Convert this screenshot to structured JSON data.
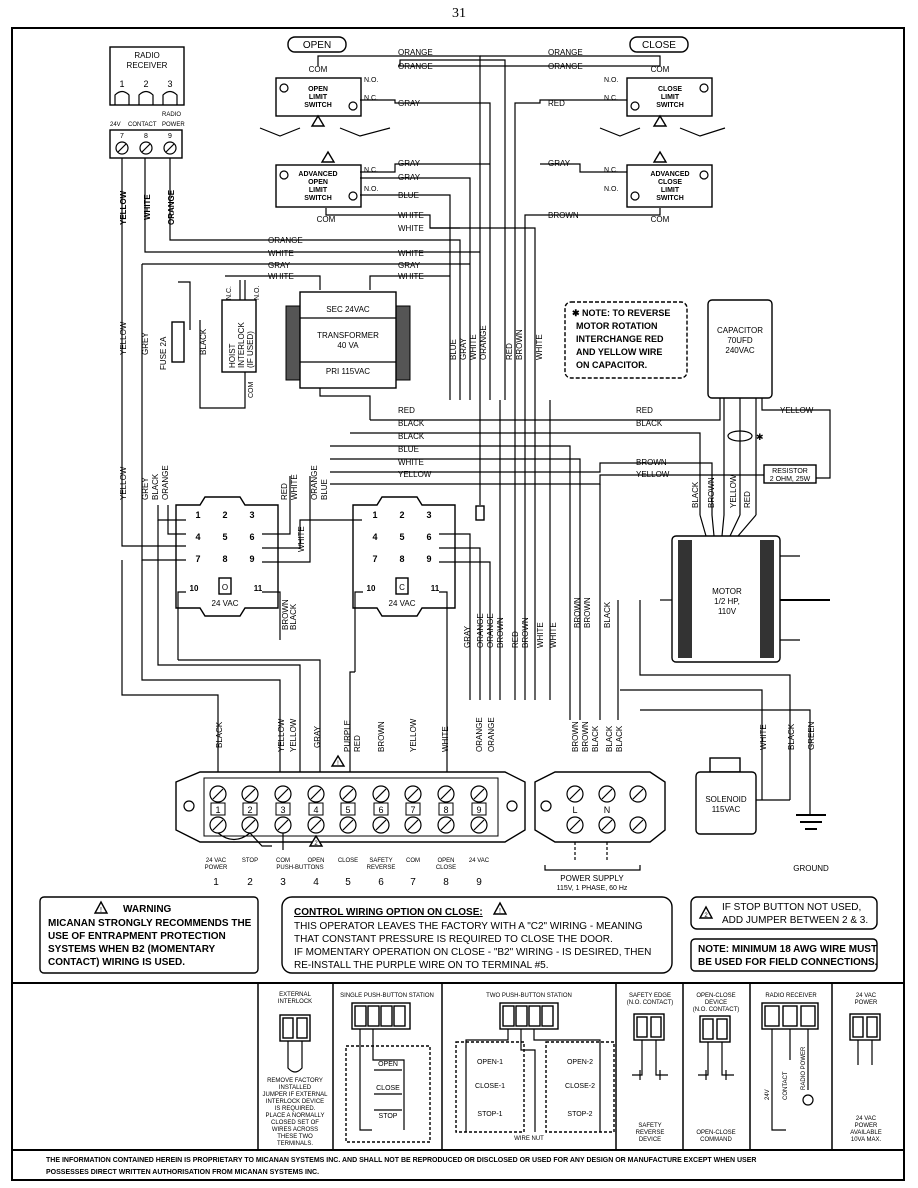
{
  "page_number": "31",
  "switches": {
    "open_tag": "OPEN",
    "close_tag": "CLOSE",
    "com": "COM",
    "no": "N.O.",
    "nc": "N.C.",
    "open_limit": [
      "OPEN",
      "LIMIT",
      "SWITCH"
    ],
    "close_limit": [
      "CLOSE",
      "LIMIT",
      "SWITCH"
    ],
    "adv_open": [
      "ADVANCED",
      "OPEN",
      "LIMIT",
      "SWITCH"
    ],
    "adv_close": [
      "ADVANCED",
      "CLOSE",
      "LIMIT",
      "SWITCH"
    ]
  },
  "radio_receiver": {
    "title": [
      "RADIO",
      "RECEIVER"
    ],
    "pins": [
      "1",
      "2",
      "3"
    ],
    "terminal_labels": [
      "24V",
      "CONTACT",
      "RADIO",
      "POWER"
    ],
    "terminal_numbers": [
      "7",
      "8",
      "9"
    ]
  },
  "wires": {
    "orange": "ORANGE",
    "gray": "GRAY",
    "grey": "GREY",
    "red": "RED",
    "blue": "BLUE",
    "white": "WHITE",
    "brown": "BROWN",
    "yellow": "YELLOW",
    "black": "BLACK",
    "purple": "PURPLE",
    "green": "GREEN"
  },
  "fuse": "FUSE 2A",
  "hoist_interlock": [
    "HOIST",
    "INTERLOCK",
    "(IF USED)"
  ],
  "interlock_nc": "N.C.",
  "interlock_no": "N.O.",
  "interlock_com": "COM",
  "transformer": {
    "sec": "SEC 24VAC",
    "name": "TRANSFORMER",
    "va": "40 VA",
    "pri": "PRI 115VAC"
  },
  "note_reverse": [
    "✱ NOTE: TO REVERSE",
    "MOTOR ROTATION",
    "INTERCHANGE RED",
    "AND YELLOW WIRE",
    "ON CAPACITOR."
  ],
  "capacitor": [
    "CAPACITOR",
    "70UFD",
    "240VAC"
  ],
  "resistor": [
    "RESISTOR",
    "2 OHM, 25W"
  ],
  "relay": {
    "pins_row1": [
      "1",
      "2",
      "3"
    ],
    "pins_row2": [
      "4",
      "5",
      "6"
    ],
    "pins_row3": [
      "7",
      "8",
      "9"
    ],
    "coil_left": "10",
    "coil_right": "11",
    "left_coil_letter": "O",
    "right_coil_letter": "C",
    "vac": "24 VAC"
  },
  "motor": [
    "MOTOR",
    "1/2 HP,",
    "110V"
  ],
  "solenoid": [
    "SOLENOID",
    "115VAC"
  ],
  "ground": "GROUND",
  "terminal_block": {
    "numbers": [
      "1",
      "2",
      "3",
      "4",
      "5",
      "6",
      "7",
      "8",
      "9"
    ],
    "labels": [
      [
        "24 VAC",
        "POWER"
      ],
      [
        "STOP"
      ],
      [
        "COM"
      ],
      [
        "OPEN"
      ],
      [
        "CLOSE"
      ],
      [
        "SAFETY",
        "REVERSE"
      ],
      [
        "COM"
      ],
      [
        "OPEN",
        "CLOSE"
      ],
      [
        "24 VAC"
      ]
    ],
    "pushbuttons": "PUSH-BUTTONS",
    "power_terminals": [
      "L",
      "N"
    ],
    "power_supply": [
      "POWER SUPPLY",
      "115V, 1 PHASE, 60 Hz"
    ]
  },
  "warning": {
    "title": "WARNING",
    "text": [
      "MICANAN STRONGLY RECOMMENDS THE",
      "USE OF ENTRAPMENT PROTECTION",
      "SYSTEMS WHEN B2 (MOMENTARY",
      "CONTACT) WIRING IS USED."
    ]
  },
  "control_option": {
    "title": "CONTROL WIRING OPTION ON CLOSE:",
    "text": [
      "THIS OPERATOR LEAVES THE FACTORY WITH A \"C2\" WIRING - MEANING",
      "THAT CONSTANT PRESSURE IS REQUIRED TO CLOSE THE DOOR.",
      "IF MOMENTARY OPERATION ON CLOSE - \"B2\" WIRING - IS DESIRED, THEN",
      "RE-INSTALL THE PURPLE WIRE ON TO TERMINAL #5."
    ]
  },
  "stop_note": [
    "IF STOP BUTTON NOT USED,",
    "ADD JUMPER BETWEEN 2 & 3."
  ],
  "awg_note": [
    "NOTE: MINIMUM 18 AWG WIRE MUST",
    "BE USED FOR FIELD CONNECTIONS."
  ],
  "bottom_panels": {
    "ext_interlock": {
      "title": [
        "EXTERNAL",
        "INTERLOCK"
      ],
      "text": [
        "REMOVE FACTORY",
        "INSTALLED",
        "JUMPER IF EXTERNAL",
        "INTERLOCK DEVICE",
        "IS REQUIRED.",
        "PLACE A NORMALLY",
        "CLOSED SET OF",
        "WIRES ACROSS",
        "THESE TWO",
        "TERMINALS."
      ]
    },
    "single_station": {
      "title": "SINGLE PUSH-BUTTON STATION",
      "buttons": [
        "OPEN",
        "CLOSE",
        "STOP"
      ]
    },
    "two_station": {
      "title": "TWO PUSH-BUTTON STATION",
      "left": [
        "OPEN-1",
        "CLOSE-1",
        "STOP-1"
      ],
      "right": [
        "OPEN-2",
        "CLOSE-2",
        "STOP-2"
      ],
      "wirenut": "WIRE NUT"
    },
    "safety_edge": {
      "title": [
        "SAFETY EDGE",
        "(N.O. CONTACT)"
      ],
      "caption": [
        "SAFETY",
        "REVERSE",
        "DEVICE"
      ]
    },
    "open_close": {
      "title": [
        "OPEN-CLOSE",
        "DEVICE",
        "(N.O. CONTACT)"
      ],
      "caption": [
        "OPEN-CLOSE",
        "COMMAND"
      ]
    },
    "radio": {
      "title": "RADIO RECEIVER",
      "labels": [
        "24V",
        "CONTACT",
        "RADIO POWER"
      ]
    },
    "vac_power": {
      "title": [
        "24 VAC",
        "POWER"
      ],
      "caption": [
        "24 VAC",
        "POWER",
        "AVAILABLE",
        "10VA MAX."
      ]
    }
  },
  "footer": [
    "THE INFORMATION CONTAINED HEREIN IS PROPRIETARY TO MICANAN SYSTEMS INC. AND SHALL NOT BE REPRODUCED OR DISCLOSED OR USED FOR ANY DESIGN OR MANUFACTURE EXCEPT WHEN USER",
    "POSSESSES DIRECT WRITTEN AUTHORISATION FROM MICANAN SYSTEMS INC."
  ]
}
